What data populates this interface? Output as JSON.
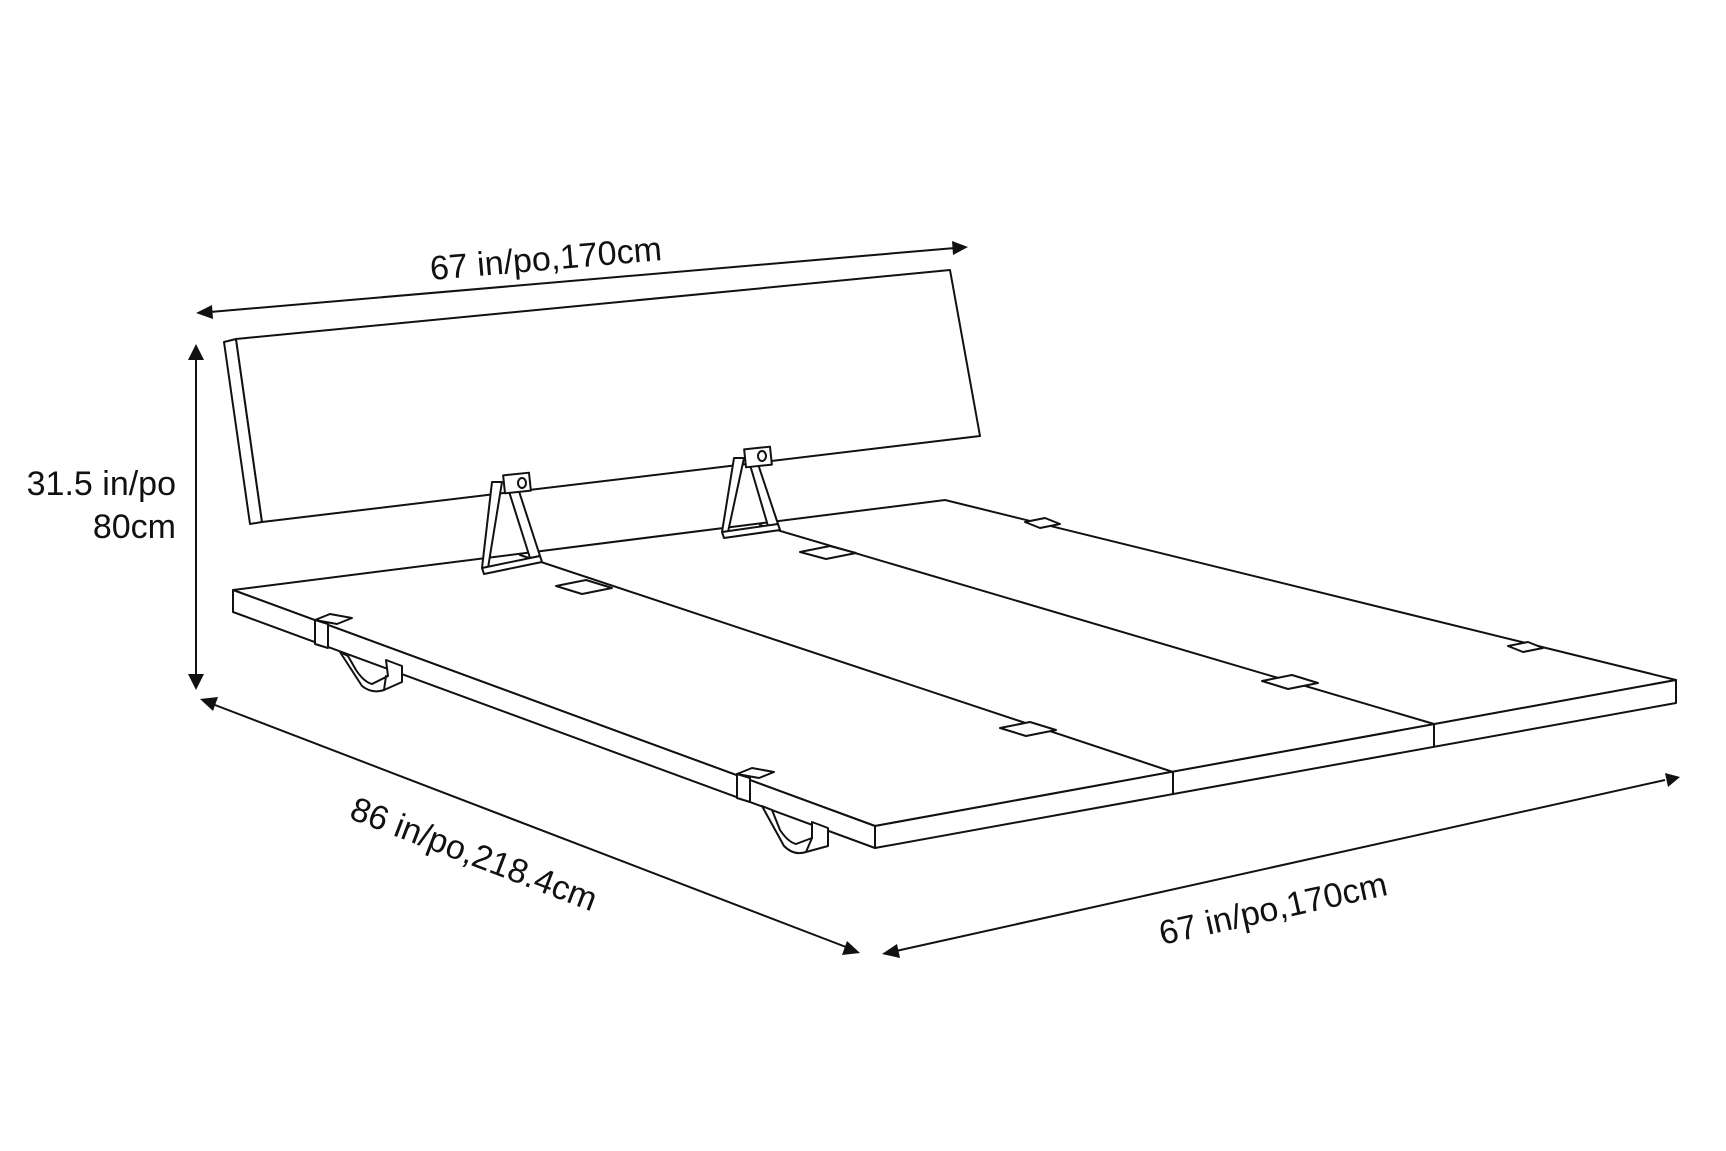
{
  "diagram": {
    "subject": "Platform bed with headboard",
    "line_color": "#111111",
    "background": "#ffffff",
    "dimensions": {
      "headboard_width": {
        "label": "67 in/po,170cm",
        "inches": 67,
        "cm": 170
      },
      "height": {
        "label_line1": "31.5 in/po",
        "label_line2": "80cm",
        "inches": 31.5,
        "cm": 80
      },
      "length": {
        "label": "86 in/po,218.4cm",
        "inches": 86,
        "cm": 218.4
      },
      "bed_width": {
        "label": "67 in/po,170cm",
        "inches": 67,
        "cm": 170
      }
    },
    "parts": [
      "headboard",
      "headboard-brackets",
      "platform-panel-left",
      "platform-panel-right",
      "connector-plates",
      "legs"
    ]
  }
}
